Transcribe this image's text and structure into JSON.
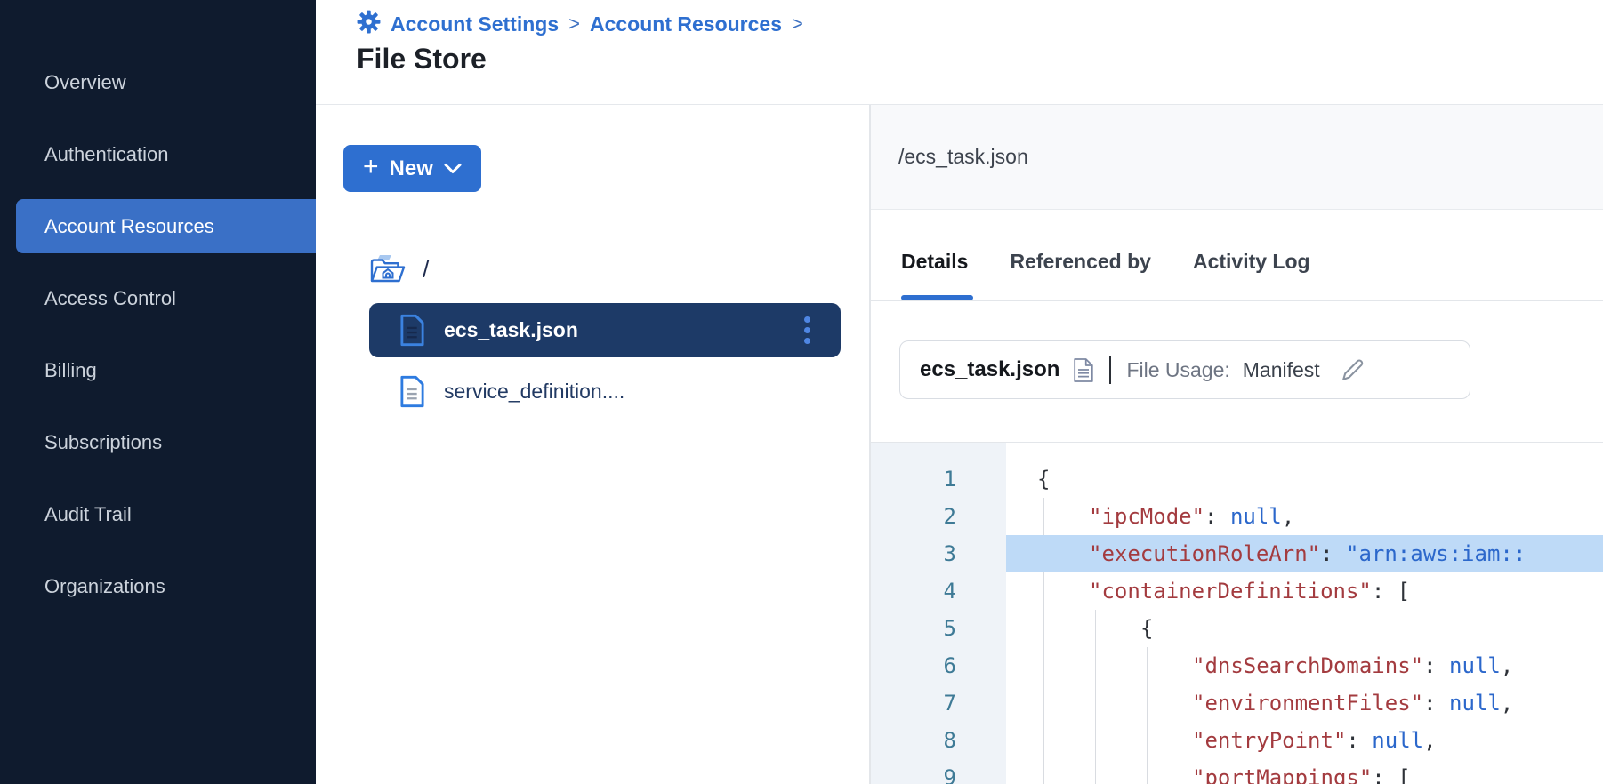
{
  "sidebar": {
    "items": [
      {
        "label": "Overview",
        "active": false
      },
      {
        "label": "Authentication",
        "active": false
      },
      {
        "label": "Account Resources",
        "active": true
      },
      {
        "label": "Access Control",
        "active": false
      },
      {
        "label": "Billing",
        "active": false
      },
      {
        "label": "Subscriptions",
        "active": false
      },
      {
        "label": "Audit Trail",
        "active": false
      },
      {
        "label": "Organizations",
        "active": false
      }
    ]
  },
  "header": {
    "breadcrumb": {
      "icon": "gear-icon",
      "items": [
        "Account Settings",
        "Account Resources"
      ],
      "separator": ">"
    },
    "title": "File Store"
  },
  "file_panel": {
    "new_button": {
      "plus": "+",
      "label": "New",
      "chevron": "chevron-down-icon"
    },
    "root": {
      "icon": "home-folder-icon",
      "label": "/"
    },
    "files": [
      {
        "icon": "file-icon",
        "name": "ecs_task.json",
        "selected": true,
        "menu": "kebab-menu-icon"
      },
      {
        "icon": "file-icon",
        "name": "service_definition....",
        "selected": false,
        "menu": null
      }
    ]
  },
  "detail_panel": {
    "path": "/ecs_task.json",
    "tabs": [
      {
        "label": "Details",
        "active": true
      },
      {
        "label": "Referenced by",
        "active": false
      },
      {
        "label": "Activity Log",
        "active": false
      }
    ],
    "file_card": {
      "name": "ecs_task.json",
      "doc_icon": "document-icon",
      "usage_label": "File Usage:",
      "usage_value": "Manifest",
      "edit_icon": "pencil-icon"
    },
    "code": {
      "lines": [
        {
          "n": 1,
          "indent": 0,
          "highlight": false,
          "tokens": [
            [
              "p",
              "{"
            ]
          ]
        },
        {
          "n": 2,
          "indent": 1,
          "highlight": false,
          "tokens": [
            [
              "k",
              "\"ipcMode\""
            ],
            [
              "p",
              ": "
            ],
            [
              "v",
              "null"
            ],
            [
              "p",
              ","
            ]
          ]
        },
        {
          "n": 3,
          "indent": 1,
          "highlight": true,
          "tokens": [
            [
              "k",
              "\"executionRoleArn\""
            ],
            [
              "p",
              ": "
            ],
            [
              "v",
              "\"arn:aws:iam::"
            ]
          ]
        },
        {
          "n": 4,
          "indent": 1,
          "highlight": false,
          "tokens": [
            [
              "k",
              "\"containerDefinitions\""
            ],
            [
              "p",
              ": ["
            ]
          ]
        },
        {
          "n": 5,
          "indent": 2,
          "highlight": false,
          "tokens": [
            [
              "p",
              "{"
            ]
          ]
        },
        {
          "n": 6,
          "indent": 3,
          "highlight": false,
          "tokens": [
            [
              "k",
              "\"dnsSearchDomains\""
            ],
            [
              "p",
              ": "
            ],
            [
              "v",
              "null"
            ],
            [
              "p",
              ","
            ]
          ]
        },
        {
          "n": 7,
          "indent": 3,
          "highlight": false,
          "tokens": [
            [
              "k",
              "\"environmentFiles\""
            ],
            [
              "p",
              ": "
            ],
            [
              "v",
              "null"
            ],
            [
              "p",
              ","
            ]
          ]
        },
        {
          "n": 8,
          "indent": 3,
          "highlight": false,
          "tokens": [
            [
              "k",
              "\"entryPoint\""
            ],
            [
              "p",
              ": "
            ],
            [
              "v",
              "null"
            ],
            [
              "p",
              ","
            ]
          ]
        },
        {
          "n": 9,
          "indent": 3,
          "highlight": false,
          "tokens": [
            [
              "k",
              "\"portMappings\""
            ],
            [
              "p",
              ": ["
            ]
          ]
        }
      ]
    }
  },
  "colors": {
    "accent_blue": "#2e6fd0",
    "sidebar_bg": "#0f1b2e",
    "sidebar_active_bg": "#3a70c6",
    "selected_row_bg": "#1d3a67",
    "code_key": "#a33b3f",
    "code_value": "#2b67cb",
    "code_line_number": "#3e7a96",
    "code_highlight_bg": "#bedaf7"
  }
}
